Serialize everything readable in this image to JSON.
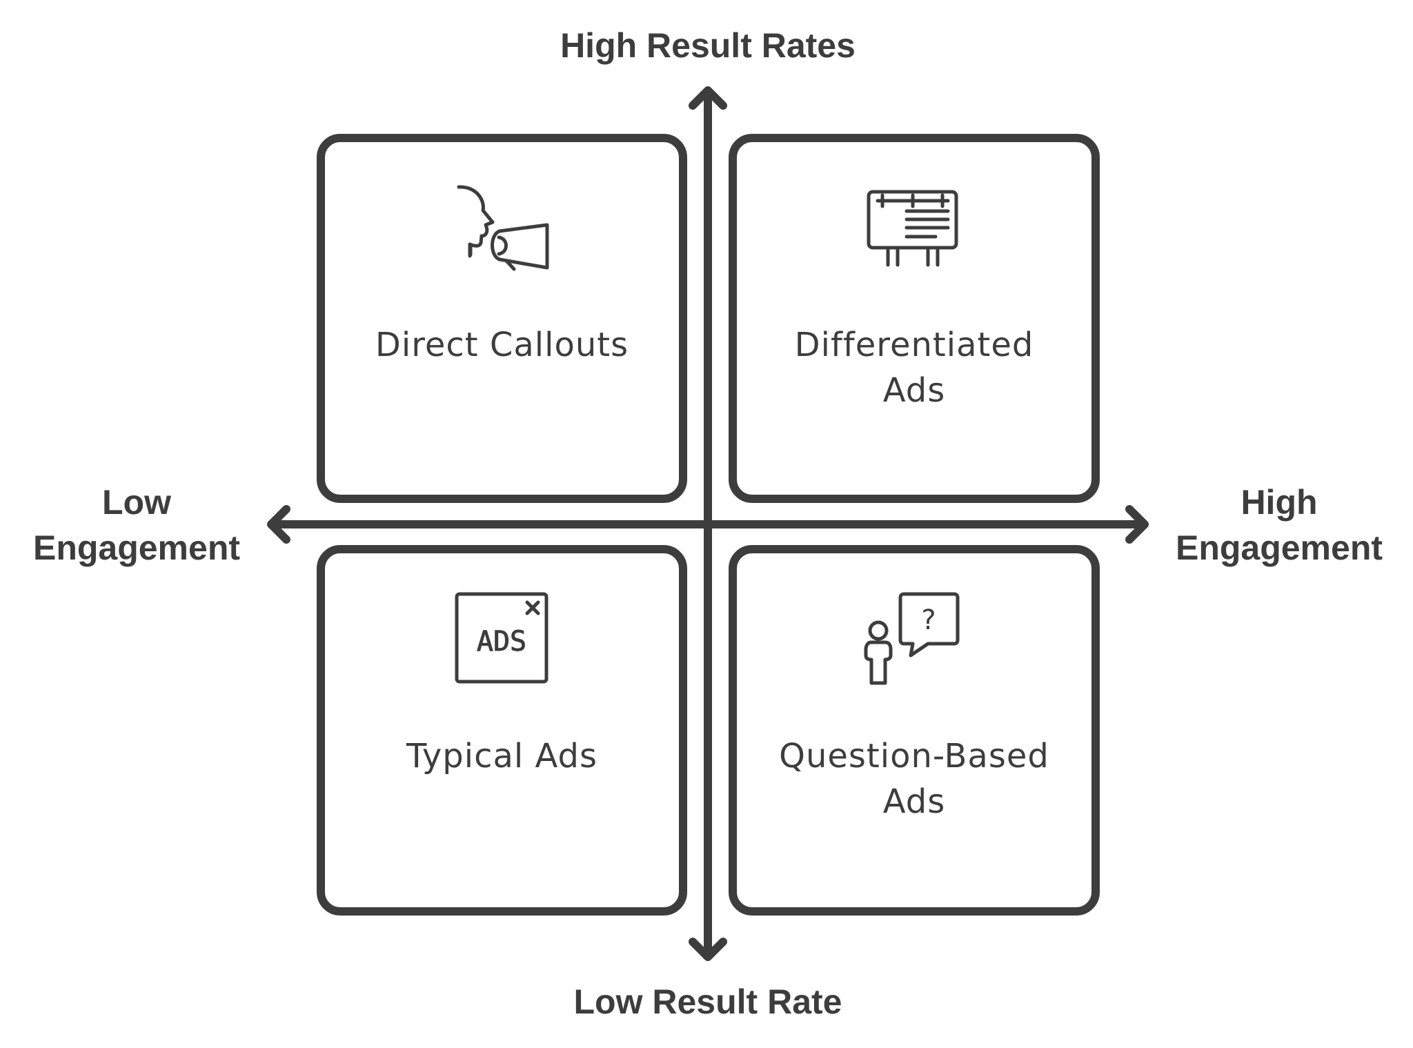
{
  "axes": {
    "top": "High Result Rates",
    "bottom": "Low Result Rate",
    "left": [
      "Low",
      "Engagement"
    ],
    "right": [
      "High",
      "Engagement"
    ]
  },
  "quadrants": {
    "top_left": {
      "label": [
        "Direct Callouts"
      ],
      "icon": "megaphone-speaker-icon"
    },
    "top_right": {
      "label": [
        "Differentiated",
        "Ads"
      ],
      "icon": "billboard-icon"
    },
    "bottom_left": {
      "label": [
        "Typical Ads"
      ],
      "icon": "ads-window-icon",
      "icon_text": "ADS"
    },
    "bottom_right": {
      "label": [
        "Question-Based",
        "Ads"
      ],
      "icon": "person-question-bubble-icon",
      "icon_text": "?"
    }
  },
  "colors": {
    "stroke": "#3d3d3d",
    "text": "#3d3d3d",
    "background": "#ffffff"
  }
}
